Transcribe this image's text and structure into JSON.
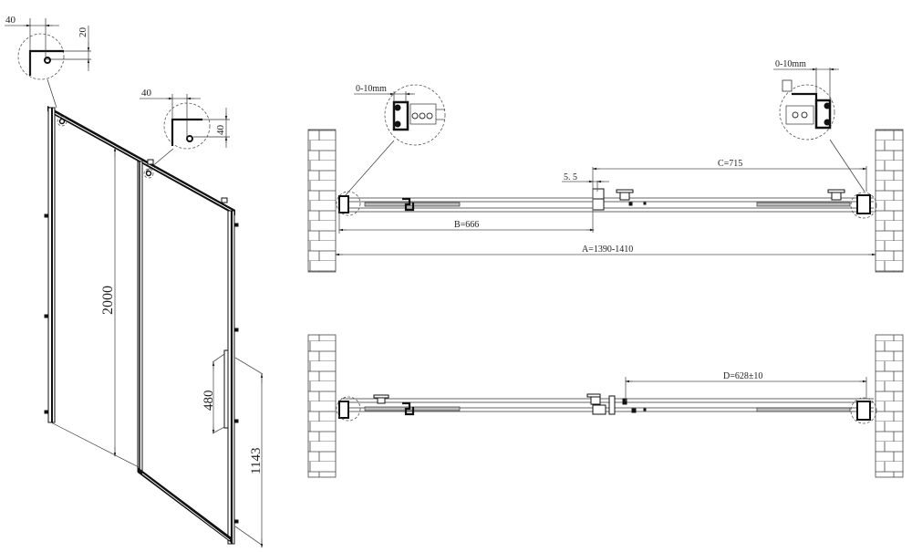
{
  "drawing": {
    "title": "Sliding shower door technical drawing",
    "iso_view": {
      "detail_top_left": {
        "width_label": "40",
        "height_label": "20"
      },
      "detail_top_mid": {
        "width_label": "40",
        "height_label": "40"
      },
      "height_label": "2000",
      "handle_length_label": "480",
      "handle_height_label": "1143"
    },
    "plan_view_closed": {
      "left_detail_label": "0-10mm",
      "right_detail_label": "0-10mm",
      "gap_label": "5. 5",
      "dim_c_label": "C=715",
      "dim_b_label": "B=666",
      "dim_a_label": "A=1390-1410"
    },
    "plan_view_open": {
      "dim_d_label": "D=628±10"
    }
  }
}
